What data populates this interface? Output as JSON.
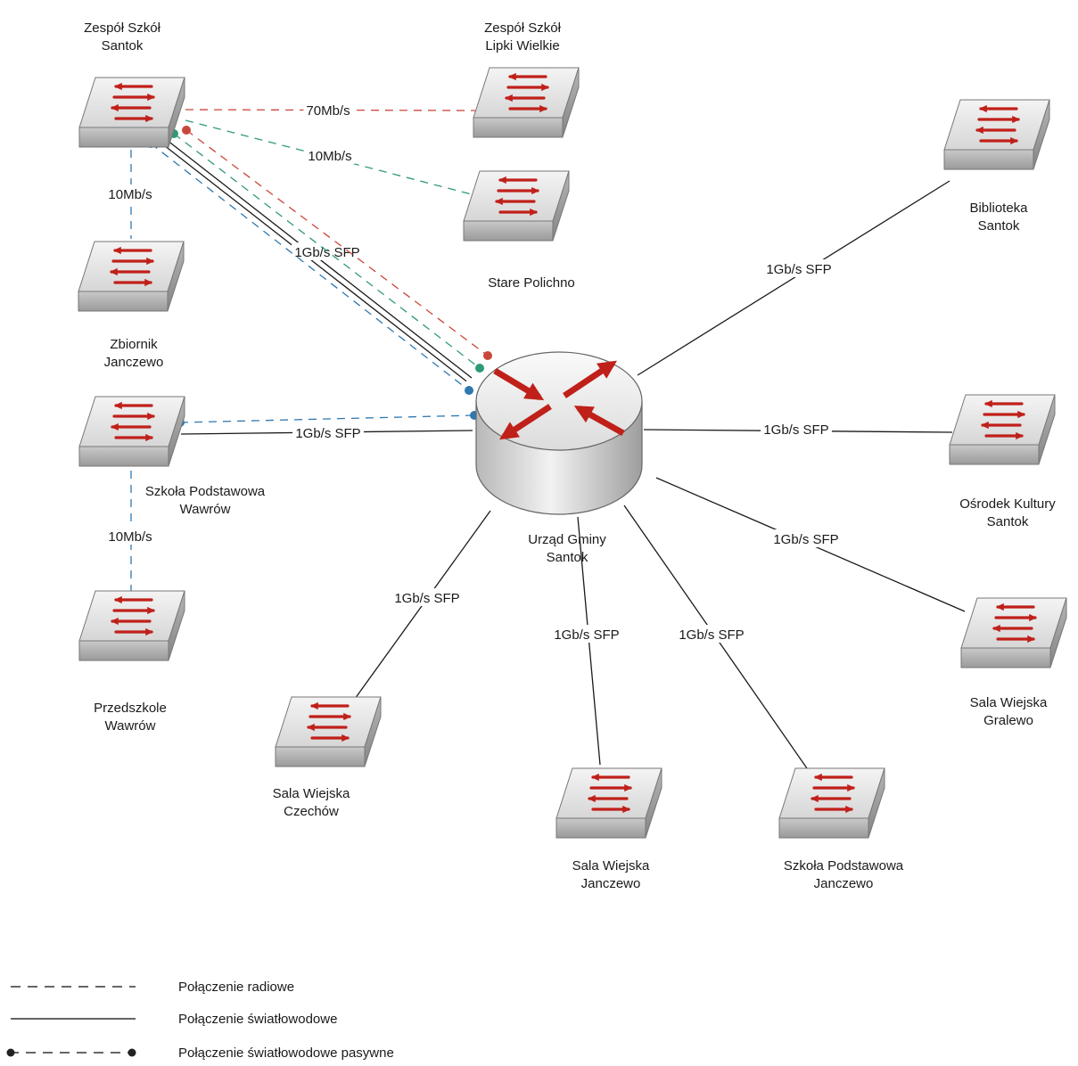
{
  "colors": {
    "fiber": "#1a1a1a",
    "radio_red": "#c8473b",
    "radio_green": "#2f9a78",
    "radio_blue": "#2f78b0",
    "arrow_red": "#c0201a"
  },
  "nodes": {
    "zs_santok": {
      "label": [
        "Zespół Szkół",
        "Santok"
      ],
      "type": "switch",
      "icon": "switch-icon"
    },
    "zs_lipki": {
      "label": [
        "Zespół Szkół",
        "Lipki Wielkie"
      ],
      "type": "switch",
      "icon": "switch-icon"
    },
    "stare_polichno": {
      "label": [
        "Stare Polichno"
      ],
      "type": "switch",
      "icon": "switch-icon"
    },
    "zbiornik": {
      "label": [
        "Zbiornik",
        "Janczewo"
      ],
      "type": "switch",
      "icon": "switch-icon"
    },
    "sp_wawrow": {
      "label": [
        "Szkoła Podstawowa",
        "Wawrów"
      ],
      "type": "switch",
      "icon": "switch-icon"
    },
    "przedszkole": {
      "label": [
        "Przedszkole",
        "Wawrów"
      ],
      "type": "switch",
      "icon": "switch-icon"
    },
    "urzad": {
      "label": [
        "Urząd Gminy",
        "Santok"
      ],
      "type": "router",
      "icon": "router-icon"
    },
    "biblioteka": {
      "label": [
        "Biblioteka",
        "Santok"
      ],
      "type": "switch",
      "icon": "switch-icon"
    },
    "osrodek": {
      "label": [
        "Ośrodek Kultury",
        "Santok"
      ],
      "type": "switch",
      "icon": "switch-icon"
    },
    "sw_gralewo": {
      "label": [
        "Sala Wiejska",
        "Gralewo"
      ],
      "type": "switch",
      "icon": "switch-icon"
    },
    "sw_czechow": {
      "label": [
        "Sala Wiejska",
        "Czechów"
      ],
      "type": "switch",
      "icon": "switch-icon"
    },
    "sw_janczewo": {
      "label": [
        "Sala Wiejska",
        "Janczewo"
      ],
      "type": "switch",
      "icon": "switch-icon"
    },
    "sp_janczewo": {
      "label": [
        "Szkoła Podstawowa",
        "Janczewo"
      ],
      "type": "switch",
      "icon": "switch-icon"
    }
  },
  "links": [
    {
      "from": "zs_santok",
      "to": "zs_lipki",
      "kind": "radio",
      "color": "radio_red",
      "label": "70Mb/s"
    },
    {
      "from": "zs_santok",
      "to": "stare_polichno",
      "kind": "radio",
      "color": "radio_green",
      "label": "10Mb/s"
    },
    {
      "from": "zs_santok",
      "to": "zbiornik",
      "kind": "radio",
      "color": "radio_blue",
      "label": "10Mb/s"
    },
    {
      "from": "zs_santok",
      "to": "urzad",
      "kind": "fiber",
      "label": "1Gb/s SFP"
    },
    {
      "from": "zs_santok",
      "to": "urzad",
      "kind": "passive",
      "color": "radio_red",
      "label": ""
    },
    {
      "from": "zs_santok",
      "to": "urzad",
      "kind": "passive",
      "color": "radio_green",
      "label": ""
    },
    {
      "from": "zs_santok",
      "to": "urzad",
      "kind": "passive",
      "color": "radio_blue",
      "label": ""
    },
    {
      "from": "sp_wawrow",
      "to": "urzad",
      "kind": "fiber",
      "label": "1Gb/s SFP"
    },
    {
      "from": "sp_wawrow",
      "to": "urzad",
      "kind": "passive",
      "color": "radio_blue",
      "label": ""
    },
    {
      "from": "sp_wawrow",
      "to": "przedszkole",
      "kind": "radio",
      "color": "radio_blue",
      "label": "10Mb/s"
    },
    {
      "from": "urzad",
      "to": "biblioteka",
      "kind": "fiber",
      "label": "1Gb/s SFP"
    },
    {
      "from": "urzad",
      "to": "osrodek",
      "kind": "fiber",
      "label": "1Gb/s SFP"
    },
    {
      "from": "urzad",
      "to": "sw_gralewo",
      "kind": "fiber",
      "label": "1Gb/s SFP"
    },
    {
      "from": "urzad",
      "to": "sw_czechow",
      "kind": "fiber",
      "label": "1Gb/s SFP"
    },
    {
      "from": "urzad",
      "to": "sw_janczewo",
      "kind": "fiber",
      "label": "1Gb/s SFP"
    },
    {
      "from": "urzad",
      "to": "sp_janczewo",
      "kind": "fiber",
      "label": "1Gb/s SFP"
    }
  ],
  "legend": [
    {
      "kind": "radio",
      "label": "Połączenie radiowe"
    },
    {
      "kind": "fiber",
      "label": "Połączenie światłowodowe"
    },
    {
      "kind": "passive",
      "label": "Połączenie światłowodowe pasywne"
    }
  ]
}
